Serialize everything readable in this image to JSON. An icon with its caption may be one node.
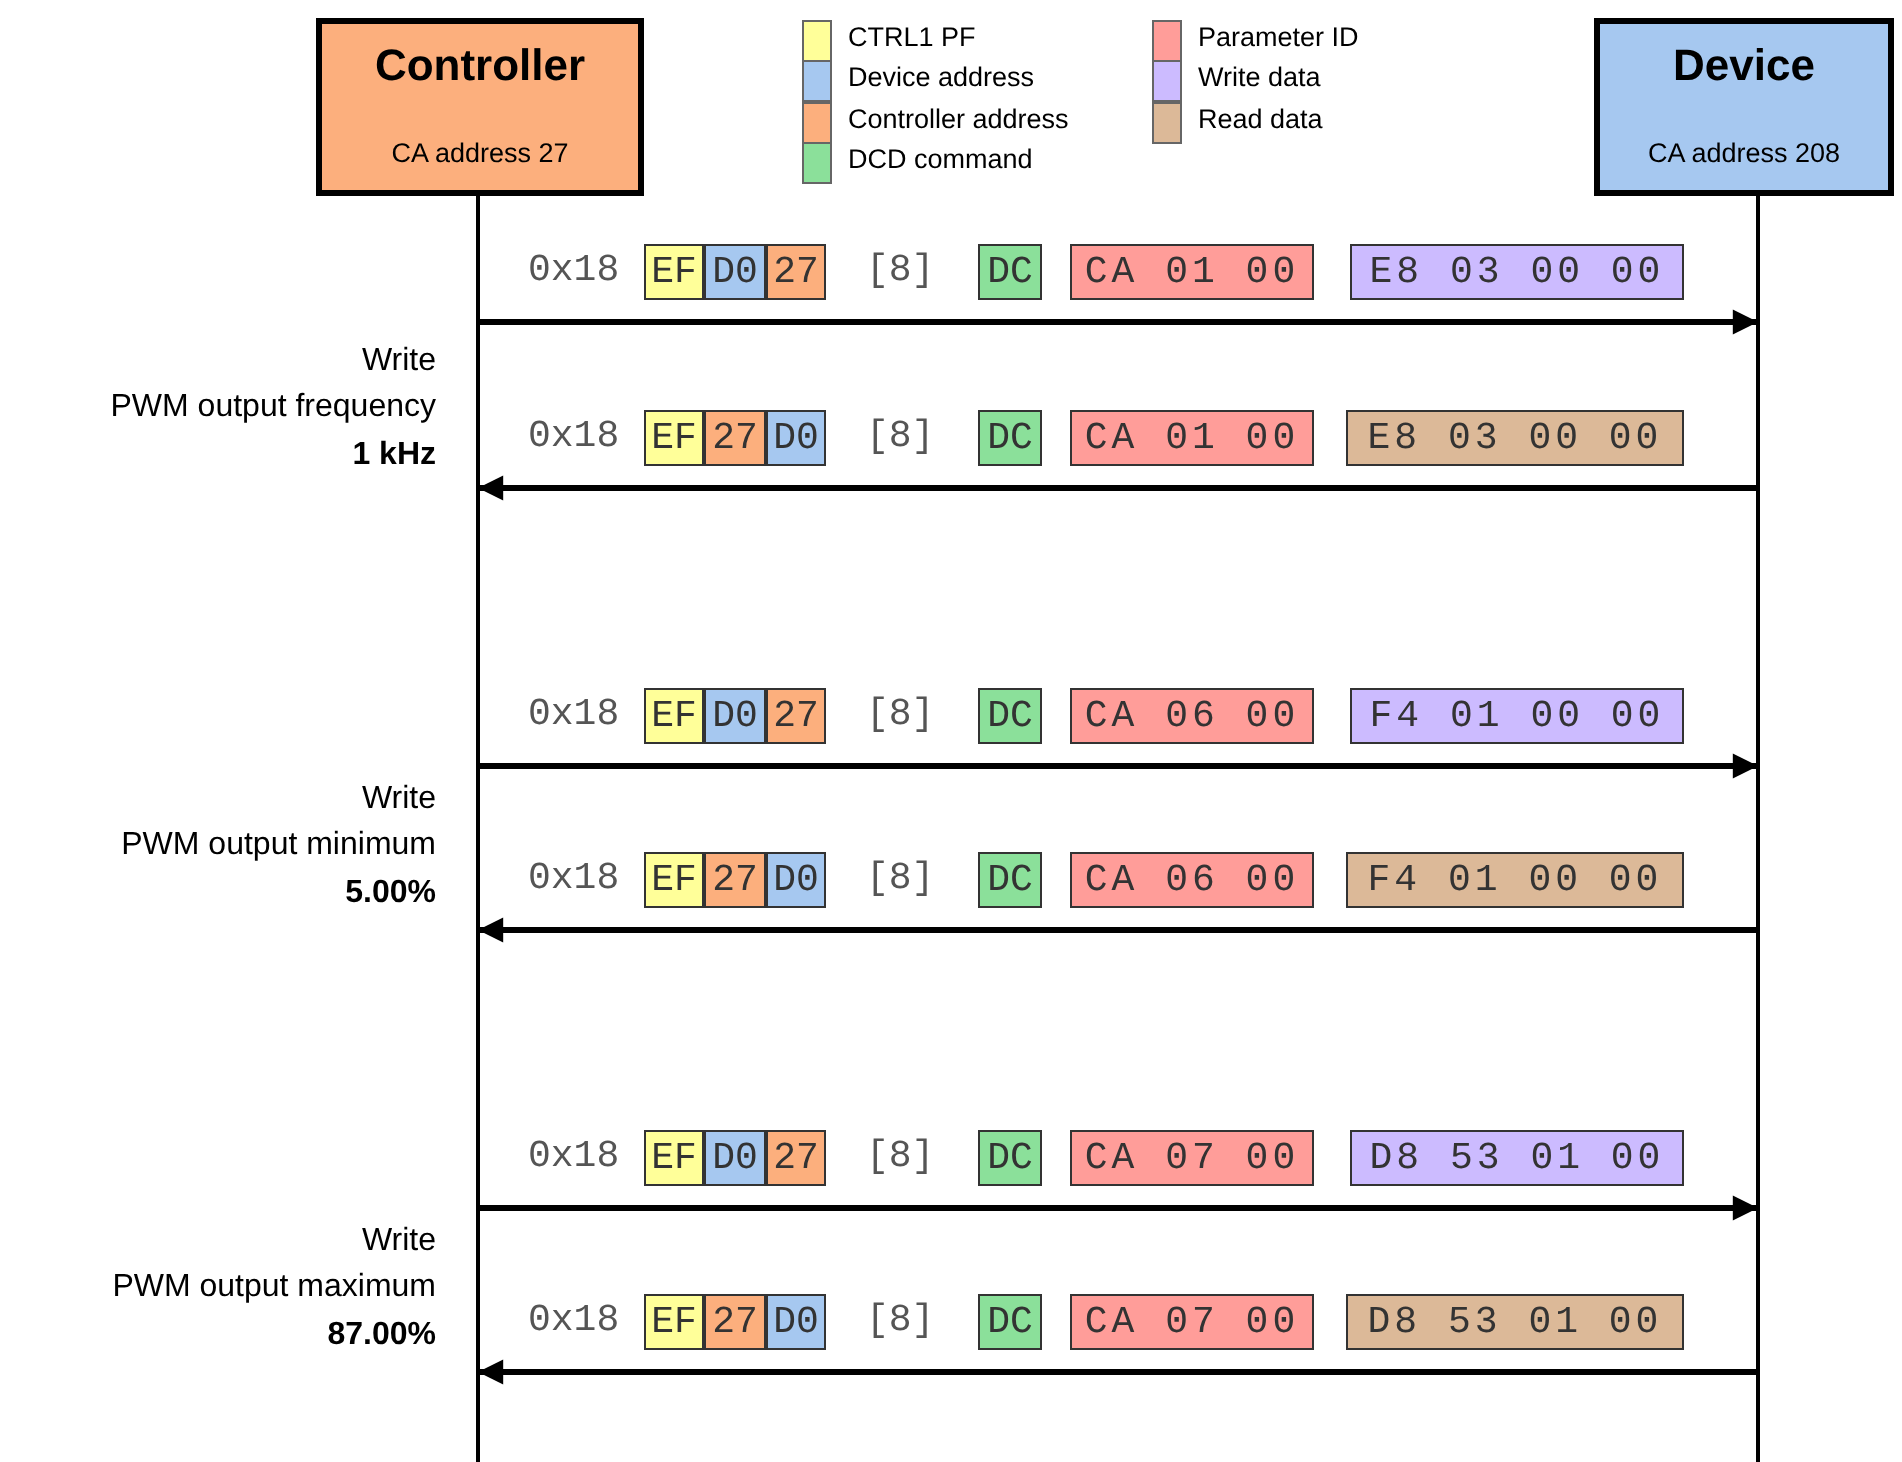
{
  "diagram": {
    "nodes": [
      {
        "text": [
          "Controller",
          "CA address 27"
        ]
      },
      {
        "text": [
          "Device",
          "CA address 208"
        ]
      },
      {
        "text": [
          "EF"
        ]
      },
      {
        "text": [
          "D0"
        ]
      },
      {
        "text": [
          "27"
        ]
      },
      {
        "text": [
          "DC"
        ]
      },
      {
        "text": [
          "CA 01 00"
        ]
      },
      {
        "text": [
          "E8 03 00 00"
        ]
      },
      {
        "text": [
          "EF"
        ]
      },
      {
        "text": [
          "27"
        ]
      },
      {
        "text": [
          "D0"
        ]
      },
      {
        "text": [
          "DC"
        ]
      },
      {
        "text": [
          "CA 01 00"
        ]
      },
      {
        "text": [
          "E8 03 00 00"
        ]
      },
      {
        "text": [
          "EF"
        ]
      },
      {
        "text": [
          "D0"
        ]
      },
      {
        "text": [
          "27"
        ]
      },
      {
        "text": [
          "DC"
        ]
      },
      {
        "text": [
          "CA 06 00"
        ]
      },
      {
        "text": [
          "F4 01 00 00"
        ]
      },
      {
        "text": [
          "EF"
        ]
      },
      {
        "text": [
          "27"
        ]
      },
      {
        "text": [
          "D0"
        ]
      },
      {
        "text": [
          "DC"
        ]
      },
      {
        "text": [
          "CA 06 00"
        ]
      },
      {
        "text": [
          "F4 01 00 00"
        ]
      },
      {
        "text": [
          "EF"
        ]
      },
      {
        "text": [
          "D0"
        ]
      },
      {
        "text": [
          "27"
        ]
      },
      {
        "text": [
          "DC"
        ]
      },
      {
        "text": [
          "CA 07 00"
        ]
      },
      {
        "text": [
          "D8 53 01 00"
        ]
      },
      {
        "text": [
          "EF"
        ]
      },
      {
        "text": [
          "27"
        ]
      },
      {
        "text": [
          "D0"
        ]
      },
      {
        "text": [
          "DC"
        ]
      },
      {
        "text": [
          "CA 07 00"
        ]
      },
      {
        "text": [
          "D8 53 01 00"
        ]
      }
    ],
    "edges": [
      {
        "from": 0,
        "to": 1,
        "arrow": "to"
      },
      {
        "from": 1,
        "to": 0,
        "arrow": "to"
      },
      {
        "from": 0,
        "to": 1,
        "arrow": "to"
      },
      {
        "from": 1,
        "to": 0,
        "arrow": "to"
      },
      {
        "from": 0,
        "to": 1,
        "arrow": "to"
      },
      {
        "from": 1,
        "to": 0,
        "arrow": "to"
      }
    ],
    "labels": [
      "0x18",
      "[8]",
      "Write",
      "PWM output frequency",
      "1 kHz",
      "0x18",
      "[8]",
      "0x18",
      "[8]",
      "Write",
      "PWM output minimum",
      "5.00%",
      "0x18",
      "[8]",
      "0x18",
      "[8]",
      "Write",
      "PWM output maximum",
      "87.00%",
      "0x18",
      "[8]"
    ],
    "legend": [
      {
        "text": "CTRL1 PF",
        "color": "#ffff99"
      },
      {
        "text": "Device address",
        "color": "#a6c8f0"
      },
      {
        "text": "Controller address",
        "color": "#fcaf7d"
      },
      {
        "text": "DCD command",
        "color": "#8be09a"
      },
      {
        "text": "Parameter ID",
        "color": "#ff9d99"
      },
      {
        "text": "Write data",
        "color": "#ccbbff"
      },
      {
        "text": "Read data",
        "color": "#dcb998"
      }
    ]
  }
}
